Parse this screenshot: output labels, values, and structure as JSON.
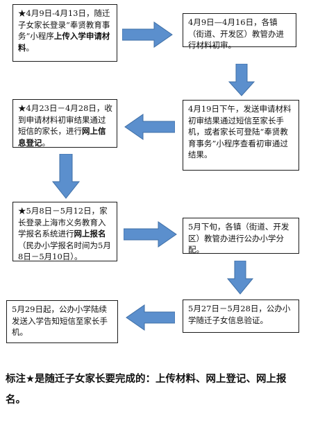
{
  "colors": {
    "arrow_fill": "#5b8fcd",
    "arrow_stroke": "#3f6fa6",
    "border": "#1a1a1a"
  },
  "steps": {
    "box1": {
      "pre": "★4月9日-4月13日，随迁子女家长登录“奉贤教育事务”小程序",
      "bold": "上传入学申请材料",
      "post": "。"
    },
    "box2": {
      "text": "4月9日—4月16日，各镇（街道、开发区）教管办进行材料初审。"
    },
    "box3": {
      "text": "4月19日下午，发送申请材料初审结果通过短信至家长手机，或者家长可登陆“奉贤教育事务”小程序查看初审通过结果。"
    },
    "box4": {
      "pre": "★4月23日－4月28日，收到申请材料初审结果通过短信的家长，进行",
      "bold": "网上信息登记",
      "post": "。"
    },
    "box5": {
      "pre": "★5月8日－5月12日，家长登录上海市义务教育入学报名系统进行",
      "bold": "网上报名",
      "post": "（民办小学报名时间为5月8日－5月10日）。"
    },
    "box6": {
      "text": "5月下旬，各镇（街道、开发区）教管办进行公办小学分配。"
    },
    "box7": {
      "pre": "5月27日－5月28日，公办小学随迁子女信息验证",
      "bold": "",
      "post": "。"
    },
    "box8": {
      "text": "5月29日起，公办小学陆续发送入学告知短信至家长手机。"
    }
  },
  "note": {
    "text": "标注★是随迁子女家长要完成的：上传材料、网上登记、网上报名。"
  }
}
